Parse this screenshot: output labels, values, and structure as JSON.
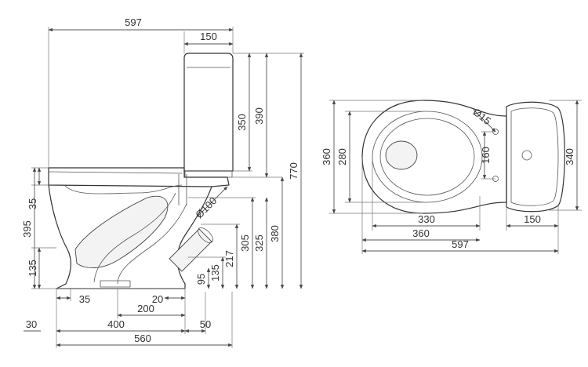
{
  "side_view": {
    "dimensions": {
      "overall_depth": "597",
      "tank_depth": "150",
      "tank_height": "350",
      "tank_top_height": "390",
      "total_height": "770",
      "rim_height": "395",
      "rim_thickness": "35",
      "base_inset_height": "135",
      "outlet_diameter": "Ø100",
      "outlet_center_height": "217",
      "outlet_top_height": "305",
      "tank_seat_height": "325",
      "tank_base_height": "380",
      "outlet_bottom_height": "95",
      "outlet_height": "135",
      "foot_offset": "35",
      "outlet_offset": "20",
      "outlet_to_rear": "200",
      "foot_overhang": "30",
      "mount_span": "400",
      "rear_offset": "50",
      "base_length": "560"
    }
  },
  "top_view": {
    "dimensions": {
      "overall_width": "360",
      "bowl_opening_width": "280",
      "tank_hole_diameter": "Ø15",
      "tank_hole_spacing": "160",
      "tank_width": "340",
      "bowl_opening_length": "330",
      "bowl_length": "360",
      "tank_depth": "150",
      "overall_length": "597"
    }
  },
  "colors": {
    "line": "#444444",
    "background": "#ffffff"
  }
}
